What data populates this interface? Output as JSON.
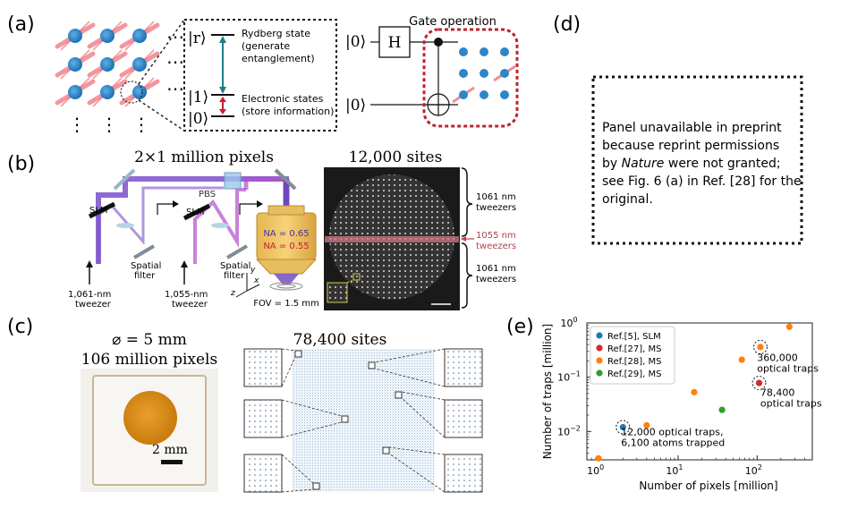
{
  "panels": {
    "a": {
      "label": "(a)",
      "dots": "⋮",
      "ellipsis": "⋯",
      "levels": {
        "r": {
          "ket": "|r⟩",
          "desc1": "Rydberg state",
          "desc2": "(generate",
          "desc3": "entanglement)"
        },
        "one": {
          "ket": "|1⟩",
          "desc1": "Electronic states",
          "desc2": "(store information)"
        },
        "zero": {
          "ket": "|0⟩"
        }
      },
      "circuit": {
        "qubit1": "|0⟩",
        "qubit2": "|0⟩",
        "gate": "H",
        "caption": "Gate operation"
      },
      "colors": {
        "atom": "#2e86c8",
        "laser": "#e8414f",
        "box": "#c2202e"
      }
    },
    "b": {
      "label": "(b)",
      "pixels_title": "2×1 million pixels",
      "sites_title": "12,000 sites",
      "optics": {
        "slm1": "SLM",
        "slm2": "SLM",
        "pbs": "PBS",
        "filter1a": "Spatial",
        "filter1b": "filter",
        "filter2a": "Spatial",
        "filter2b": "filter",
        "tw1a": "1,061-nm",
        "tw1b": "tweezer",
        "tw2a": "1,055-nm",
        "tw2b": "tweezer",
        "na1": "NA = 0.65",
        "na2": "NA = 0.55",
        "fov": "FOV = 1.5 mm",
        "ax_x": "x",
        "ax_y": "y",
        "ax_z": "z"
      },
      "brackets": {
        "top1": "1061 nm",
        "top2": "tweezers",
        "mid1": "1055 nm",
        "mid2": "tweezers",
        "bot1": "1061 nm",
        "bot2": "tweezers"
      }
    },
    "c": {
      "label": "(c)",
      "diameter": "⌀ = 5 mm",
      "pixels": "106 million pixels",
      "scale": "2 mm",
      "sites_title": "78,400 sites"
    },
    "d": {
      "label": "(d)",
      "note_line1": "Panel unavailable in preprint",
      "note_line2": "because reprint permissions",
      "note_line3_a": "by ",
      "note_line3_em": "Nature",
      "note_line3_b": " were not granted;",
      "note_line4": "see Fig. 6 (a) in Ref. [28] for the",
      "note_line5": "original."
    },
    "e": {
      "label": "(e)"
    }
  },
  "chart_data": {
    "type": "scatter",
    "xlabel": "Number of pixels [million]",
    "ylabel": "Number of traps [million]",
    "x_scale": "log",
    "y_scale": "log",
    "xlim": [
      0.7,
      500
    ],
    "ylim": [
      0.003,
      1
    ],
    "x_ticks": [
      {
        "v": 1,
        "label": "10",
        "exp": "0"
      },
      {
        "v": 10,
        "label": "10",
        "exp": "1"
      },
      {
        "v": 100,
        "label": "10",
        "exp": "2"
      }
    ],
    "y_ticks": [
      {
        "v": 0.01,
        "label": "10",
        "exp": "−2"
      },
      {
        "v": 0.1,
        "label": "10",
        "exp": "−1"
      },
      {
        "v": 1,
        "label": "10",
        "exp": "0"
      }
    ],
    "legend_position": "top-left",
    "series": [
      {
        "name": "Ref.[5], SLM",
        "color": "#1f77b4",
        "points": [
          [
            2,
            0.012
          ]
        ]
      },
      {
        "name": "Ref.[27], MS",
        "color": "#d62728",
        "points": [
          [
            106,
            0.0784
          ]
        ]
      },
      {
        "name": "Ref.[28], MS",
        "color": "#ff7f0e",
        "points": [
          [
            0.98,
            0.0032
          ],
          [
            4,
            0.013
          ],
          [
            16,
            0.053
          ],
          [
            64,
            0.21
          ],
          [
            110,
            0.36
          ],
          [
            256,
            0.85
          ]
        ]
      },
      {
        "name": "Ref.[29], MS",
        "color": "#2ca02c",
        "points": [
          [
            36,
            0.025
          ]
        ]
      }
    ],
    "highlighted": [
      [
        2,
        0.012
      ],
      [
        106,
        0.0784
      ],
      [
        110,
        0.36
      ]
    ],
    "annotations": [
      {
        "line1": "360,000",
        "line2": "optical traps",
        "x": 100,
        "y": 0.2
      },
      {
        "line1": "78,400",
        "line2": "optical traps",
        "x": 110,
        "y": 0.045
      },
      {
        "line1": "12,000 optical traps,",
        "line2": "6,100 atoms trapped",
        "x": 1.9,
        "y": 0.0085
      }
    ]
  }
}
